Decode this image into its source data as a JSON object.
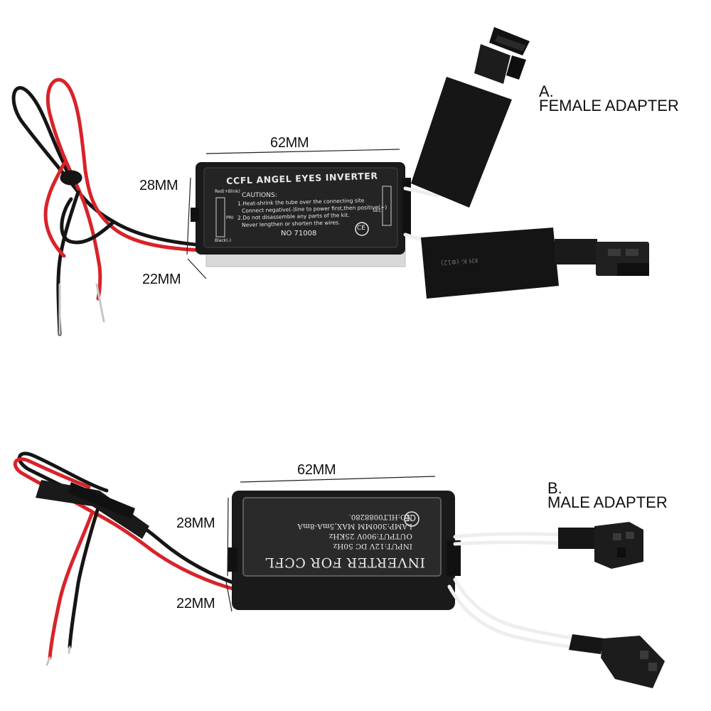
{
  "product_a": {
    "letter": "A.",
    "name": "FEMALE ADAPTER",
    "dim_length": "62MM",
    "dim_height": "28MM",
    "dim_depth": "22MM",
    "box_title": "CCFL ANGEL EYES INVERTER",
    "cautions_heading": "CAUTIONS:",
    "caution_1a": "1.Heat-shrink the tube over the connecting site",
    "caution_1b": "Connect negative(-)line to power first,then positive(+)",
    "caution_2a": "2.Do not disassemble any parts of the kit.",
    "caution_2b": "Never lengthen or shorten the wires.",
    "model_no": "NO 71008",
    "ce_mark": "CE",
    "pri_label": "PRI",
    "sec_label": "SEC",
    "left_side_label": "Red(+Blink)",
    "black_label": "Black(-)",
    "sleeve_text": "KH  K-  (Φ12)"
  },
  "product_b": {
    "letter": "B.",
    "name": "MALE ADAPTER",
    "dim_length": "62MM",
    "dim_height": "28MM",
    "dim_depth": "22MM",
    "box_title": "INVERTER FOR CCFL",
    "line_1": "INPUT:12V DC 50Hz",
    "line_2": "OUTPUT:900V 25KHz",
    "line_3": "LAMP:300MM MAX,5mA-8mA",
    "line_4": "NO:HLT0088280.",
    "ce_mark": "CE"
  },
  "colors": {
    "red_wire": "#d8232a",
    "black_wire": "#151515",
    "white_wire": "#eeeeee",
    "box": "#1a1a1a",
    "panel": "#2a2a2a"
  }
}
